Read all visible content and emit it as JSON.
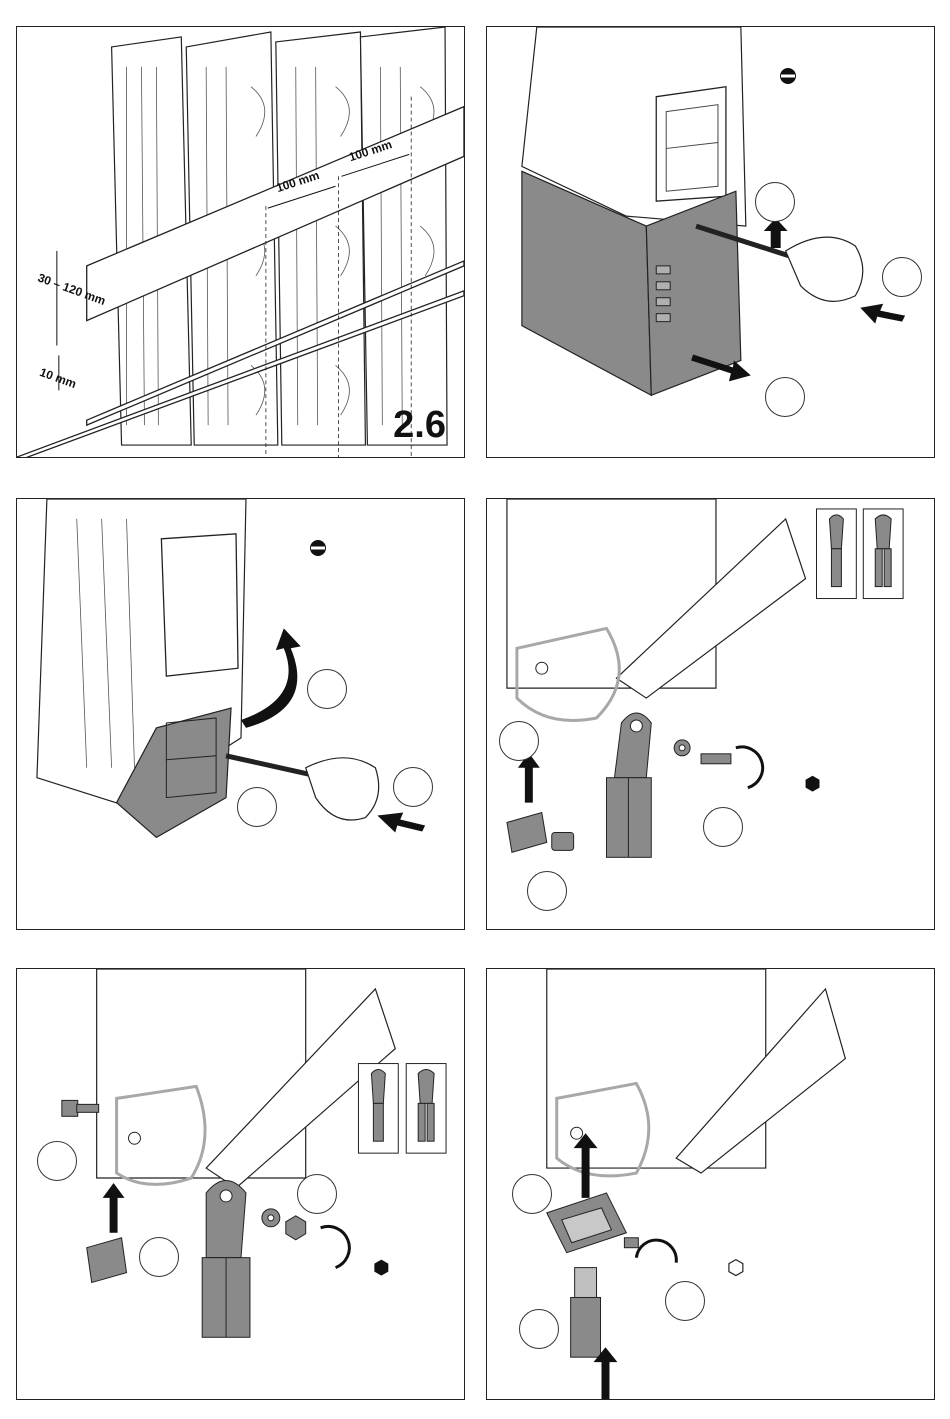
{
  "panels": [
    {
      "id": "panel-1",
      "step": "2.6",
      "dimensions": {
        "spacing_a": "100 mm",
        "spacing_b": "100 mm",
        "busbar_height": "30 – 120 mm",
        "busbar_thickness": "10 mm"
      }
    },
    {
      "id": "panel-2",
      "icons": [
        "slotted-screwdriver-icon"
      ]
    },
    {
      "id": "panel-3",
      "icons": [
        "slotted-screwdriver-icon"
      ]
    },
    {
      "id": "panel-4",
      "icons": [
        "hex-key-filled-icon",
        "single-lug-icon",
        "double-lug-icon"
      ]
    },
    {
      "id": "panel-5",
      "icons": [
        "hex-key-filled-icon",
        "single-lug-icon",
        "double-lug-icon"
      ]
    },
    {
      "id": "panel-6",
      "icons": [
        "hex-key-outline-icon"
      ]
    }
  ],
  "colors": {
    "housing_gray": "#8a8a8a",
    "line": "#222222",
    "highlight": "#a8a8a8"
  }
}
